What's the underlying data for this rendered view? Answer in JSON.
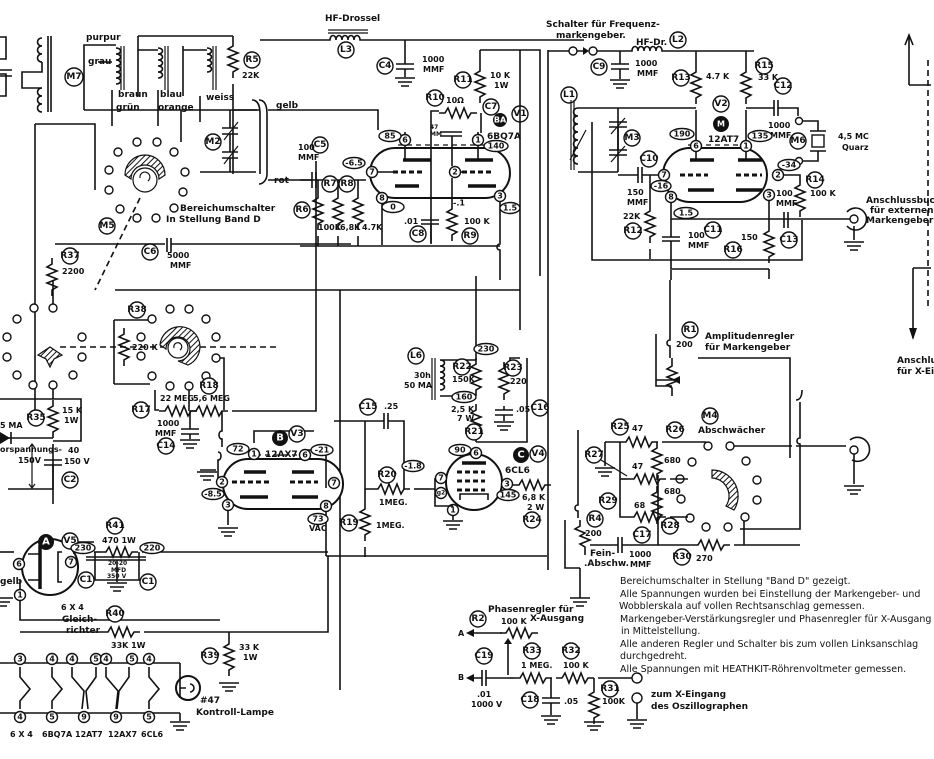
{
  "title": "Heathkit Wobbler / Markengeber Schaltbild",
  "labels": {
    "hf_drossel": "HF-Drossel",
    "hf_dr": "HF-Dr.",
    "schalter_freq_1": "Schalter für Frequenz-",
    "schalter_freq_2": "markengeber.",
    "bereichsschalter_1": "Bereichumschalter",
    "bereichsschalter_2": "In Stellung Band D",
    "anschluss_ext_1": "Anschlussbuchse",
    "anschluss_ext_2": "für externen",
    "anschluss_ext_3": "Markengeber",
    "anschluss_x_1": "Anschluss",
    "anschluss_x_2": "für X-Ei",
    "amplitudenregler_1": "Amplitudenregler",
    "amplitudenregler_2": "für Markengeber",
    "abschwaecher": "Abschwächer",
    "fein_1": "Fein-",
    "fein_2": ".Abschw.",
    "phasenregler_1": "Phasenregler  für",
    "phasenregler_2": "X-Ausgang",
    "zum_x_1": "zum X-Eingang",
    "zum_x_2": "des Oszillographen",
    "gleichrichter_1": "Gleich-",
    "gleichrichter_2": "richter",
    "kontroll_lampe": "Kontroll-Lampe",
    "lamp_num": "#47",
    "quarz_1": "4,5 MC",
    "quarz_2": "Quarz",
    "vorspannung": "orspannungs-",
    "vorspannung_v": "150V",
    "ma": "5 MA",
    "port_a": "A",
    "port_b": "B",
    "vac": "VAC"
  },
  "wire_colors": {
    "purpur": "purpur",
    "grau": "grau",
    "braun": "braun",
    "blau": "blau",
    "gruen": "grün",
    "orange": "orange",
    "weiss": "weiss",
    "gelb": "gelb",
    "rot": "rot",
    "gelb2": "gelb"
  },
  "components": {
    "L3": "L3",
    "C4": "C4",
    "C4_val1": "1000",
    "C4_val2": "MMF",
    "R5": "R5",
    "R5_val": "22K",
    "M7": "M7",
    "M2": "M2",
    "M5": "M5",
    "R11": "R11",
    "R11_val1": "10 K",
    "R11_val2": "1W",
    "R10": "R10",
    "R10_val": "10Ω",
    "C7": "C7",
    "C7_val1": "47",
    "C7_val2": "MM",
    "V1": "V1",
    "V1_id": "BA",
    "V1_type": "6BQ7A",
    "C5": "C5",
    "C5_val1": "100",
    "C5_val2": "MMF",
    "R6": "R6",
    "R7": "R7",
    "R7_val": "100K",
    "R8": "R8",
    "R8_val": "6,8K",
    "R6_val": "4.7K",
    "C8": "C8",
    "C8_val": ".01",
    "R9": "R9",
    "R9_val": "100 K",
    "C6": "C6",
    "C6_val1": "5000",
    "C6_val2": "MMF",
    "R37": "R37",
    "R37_val": "2200",
    "C9": "C9",
    "C9_val1": "1000",
    "C9_val2": "MMF",
    "L2": "L2",
    "L1": "L1",
    "R13": "R13",
    "R13_val": "4.7 K",
    "R15": "R15",
    "R15_val": "33 K",
    "V2": "V2",
    "V2_id": "M",
    "V2_type": "12AT7",
    "C12": "C12",
    "C12_val1": "1000",
    "C12_val2": "MMF",
    "M6": "M6",
    "M3": "M3",
    "C10": "C10",
    "C10_val1": "150",
    "C10_val2": "MMF",
    "R14": "R14",
    "R14_val": "100 K",
    "C13": "C13",
    "C13_val1": "100",
    "C13_val2": "MMF",
    "R12": "R12",
    "R12_val": "22K",
    "C11": "C11",
    "C11_val1": "100",
    "C11_val2": "MMF",
    "R16": "R16",
    "R16_val": "150",
    "R1": "R1",
    "R1_val": "200",
    "R38": "R38",
    "R38_val": "220 K",
    "R17": "R17",
    "R17_val": "22 MEG.",
    "R18": "R18",
    "R18_val": "5,6 MEG",
    "C14": "C14",
    "C14_val1": "1000",
    "C14_val2": "MMF",
    "R35": "R35",
    "R35_val1": "15 K",
    "R35_val2": "1W",
    "C2": "C2",
    "C2_val1": "40",
    "C2_val2": "150 V",
    "V3": "V3",
    "V3_id": "B",
    "V3_type": "12AX7",
    "L6": "L6",
    "L6_val1": "30h",
    "L6_val2": "50 MA",
    "R22": "R22",
    "R22_val": "150K",
    "R23": "R23",
    "R23_val": "220",
    "C16": "C16",
    "C16_val": ".05",
    "R21": "R21",
    "R21_val1": "2,5 K",
    "R21_val2": "7 W",
    "C15": "C15",
    "C15_val": ".25",
    "R20": "R20",
    "R20_val": "1MEG.",
    "R19": "R19",
    "R19_val": "1MEG.",
    "V4": "V4",
    "V4_id": "C",
    "V4_type": "6CL6",
    "R24": "R24",
    "R24_val1": "6,8 K",
    "R24_val2": "2 W",
    "M4": "M4",
    "R25": "R25",
    "R25_val": "47",
    "R26": "R26",
    "R26_val": "680",
    "R27": "R27",
    "R27_val": "47",
    "R28": "R28",
    "R28_val": "680",
    "R29": "R29",
    "R29_val": "68",
    "R4": "R4",
    "R4_val": "200",
    "C17": "C17",
    "C17_val1": "1000",
    "C17_val2": "MMF",
    "R30": "R30",
    "R30_val": "270",
    "V5": "V5",
    "V5_id": "A",
    "V5_type": "6 X 4",
    "R41": "R41",
    "R41_val": "470  1W",
    "C1": "C1",
    "C1_val1": "20-20",
    "C1_val2": "MFD",
    "C1_val3": "350 V",
    "R40": "R40",
    "R40_val": "33K  1W",
    "R39": "R39",
    "R39_val1": "33 K",
    "R39_val2": "1W",
    "R2": "R2",
    "R2_val": "100 K",
    "C19": "C19",
    "C19_val1": ".01",
    "C19_val2": "1000 V",
    "R33": "R33",
    "R33_val": "1 MEG.",
    "R32": "R32",
    "R32_val": "100 K",
    "C18": "C18",
    "C18_val": ".05",
    "R31": "R31",
    "R31_val": "100K"
  },
  "voltages": {
    "v1_p6": "85",
    "v1_p7": "-6.5",
    "v1_p8": "0",
    "v1_p1": "140",
    "v1_p2": "-.1",
    "v1_p3": "1.5",
    "v2_p6": "190",
    "v2_p1": "135",
    "v2_p7": "-16",
    "v2_p2": "-34",
    "v2_p8": "1.5",
    "v3_p1": "72",
    "v3_p6": "-21",
    "v3_p2": "-8.5",
    "v3_p8": "73",
    "v4_p6": "90",
    "v4_p3": "145",
    "v4_grid": "-1.8",
    "b230": "230",
    "b160": "160",
    "v5_230": "230",
    "v5_220": "220"
  },
  "pins": {
    "v1": [
      "6",
      "7",
      "8",
      "1",
      "2",
      "3"
    ],
    "v2": [
      "6",
      "7",
      "8",
      "1",
      "2",
      "3"
    ],
    "v3": [
      "1",
      "2",
      "3",
      "6",
      "7",
      "8"
    ],
    "v4": [
      "6",
      "7",
      "g2",
      "1",
      "3"
    ],
    "v5": [
      "6",
      "1",
      "7"
    ]
  },
  "heater_table": {
    "top_pins": [
      "3",
      "4",
      "4",
      "5",
      "4",
      "5",
      "4"
    ],
    "bottom_pins": [
      "4",
      "5",
      "9",
      "9",
      "5"
    ],
    "tubes": [
      "6 X 4",
      "6BQ7A",
      "12AT7",
      "12AX7",
      "6CL6"
    ]
  },
  "notes": [
    "Bereichumschalter in Stellung \"Band D\" gezeigt.",
    "Alle Spannungen wurden bei Einstellung der Markengeber- und",
    "Wobblerskala auf vollen Rechtsanschlag gemessen.",
    "Markengeber-Verstärkungsregler und Phasenregler für X-Ausgang",
    "in Mittelstellung.",
    "Alle anderen Regler und Schalter bis zum vollen Linksanschlag",
    "durchgedreht.",
    "Alle Spannungen mit HEATHKIT-Röhrenvoltmeter gemessen."
  ]
}
